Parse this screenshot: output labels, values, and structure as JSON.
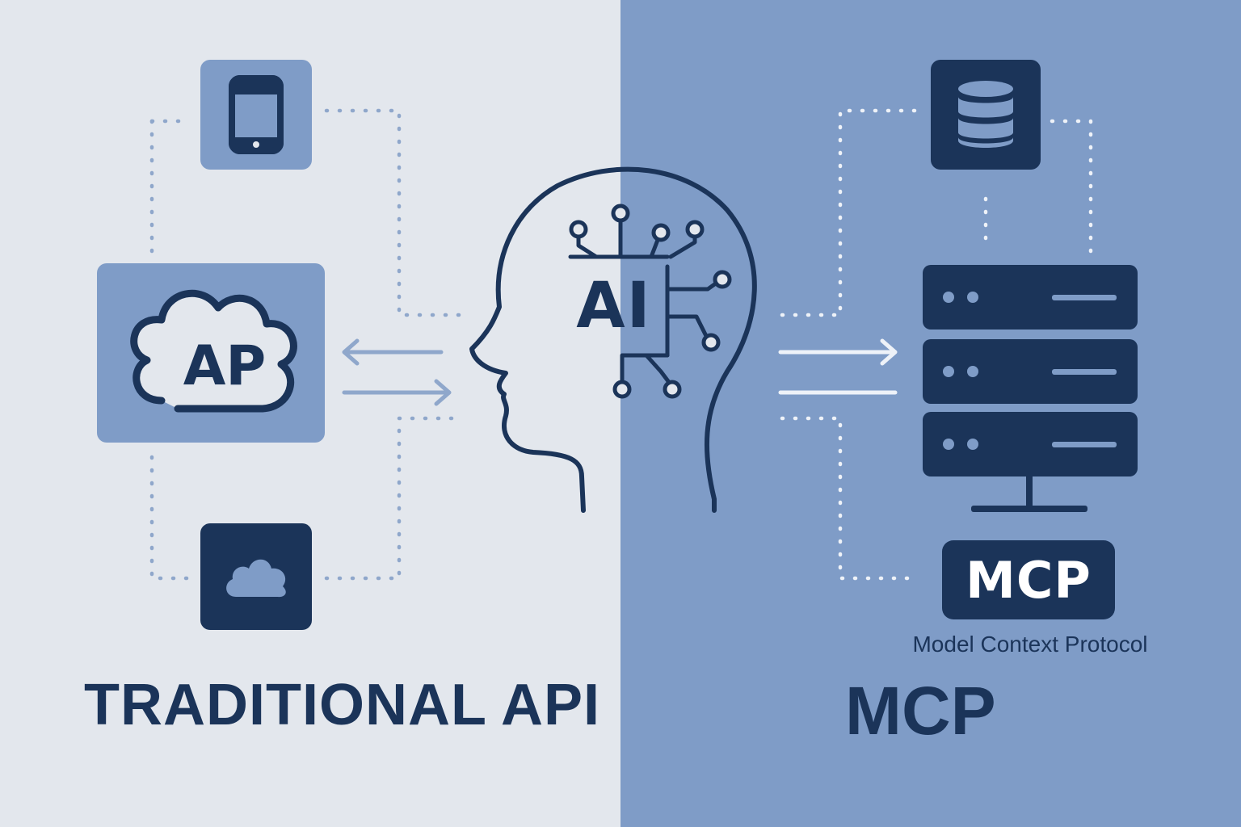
{
  "left": {
    "title": "TRADITIONAL API",
    "api_label": "AP",
    "icons": [
      "mobile-phone-icon",
      "cloud-api-icon",
      "cloud-icon"
    ]
  },
  "center": {
    "ai_label": "AI",
    "icon": "ai-head-circuit-icon"
  },
  "right": {
    "title": "MCP",
    "badge_label": "MCP",
    "subtitle": "Model Context Protocol",
    "icons": [
      "database-icon",
      "server-stack-icon"
    ]
  },
  "colors": {
    "navy": "#1b3459",
    "medium_blue": "#7f9cc7",
    "light_bg": "#e3e7ed",
    "white": "#ffffff"
  }
}
